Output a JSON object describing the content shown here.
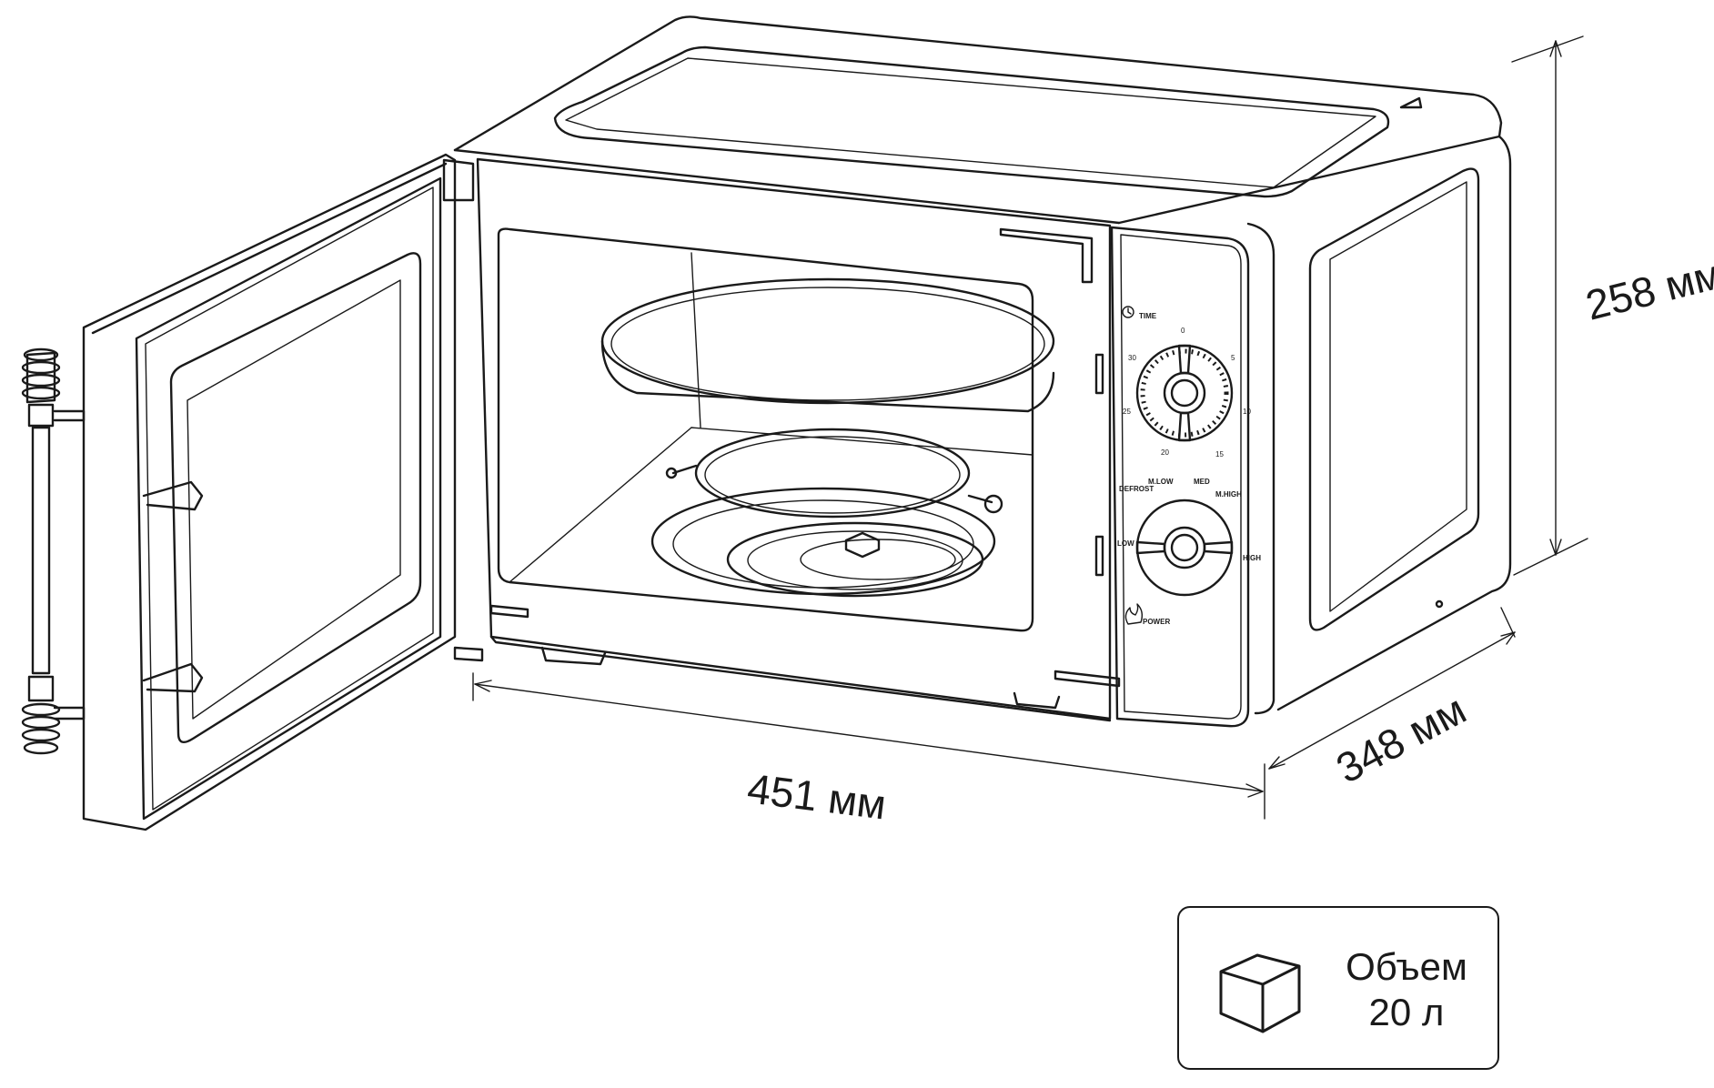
{
  "dimensions": {
    "width": "451 мм",
    "depth": "348 мм",
    "height": "258 мм"
  },
  "control_panel": {
    "time_label": "TIME",
    "timer_ticks": [
      "0",
      "5",
      "10",
      "15",
      "20",
      "25",
      "30"
    ],
    "power_levels": [
      "DEFROST",
      "M.LOW",
      "MED",
      "M.HIGH",
      "LOW",
      "HIGH"
    ],
    "power_label": "POWER"
  },
  "volume": {
    "line1": "Объем",
    "line2": "20 л",
    "icon": "box-icon"
  }
}
